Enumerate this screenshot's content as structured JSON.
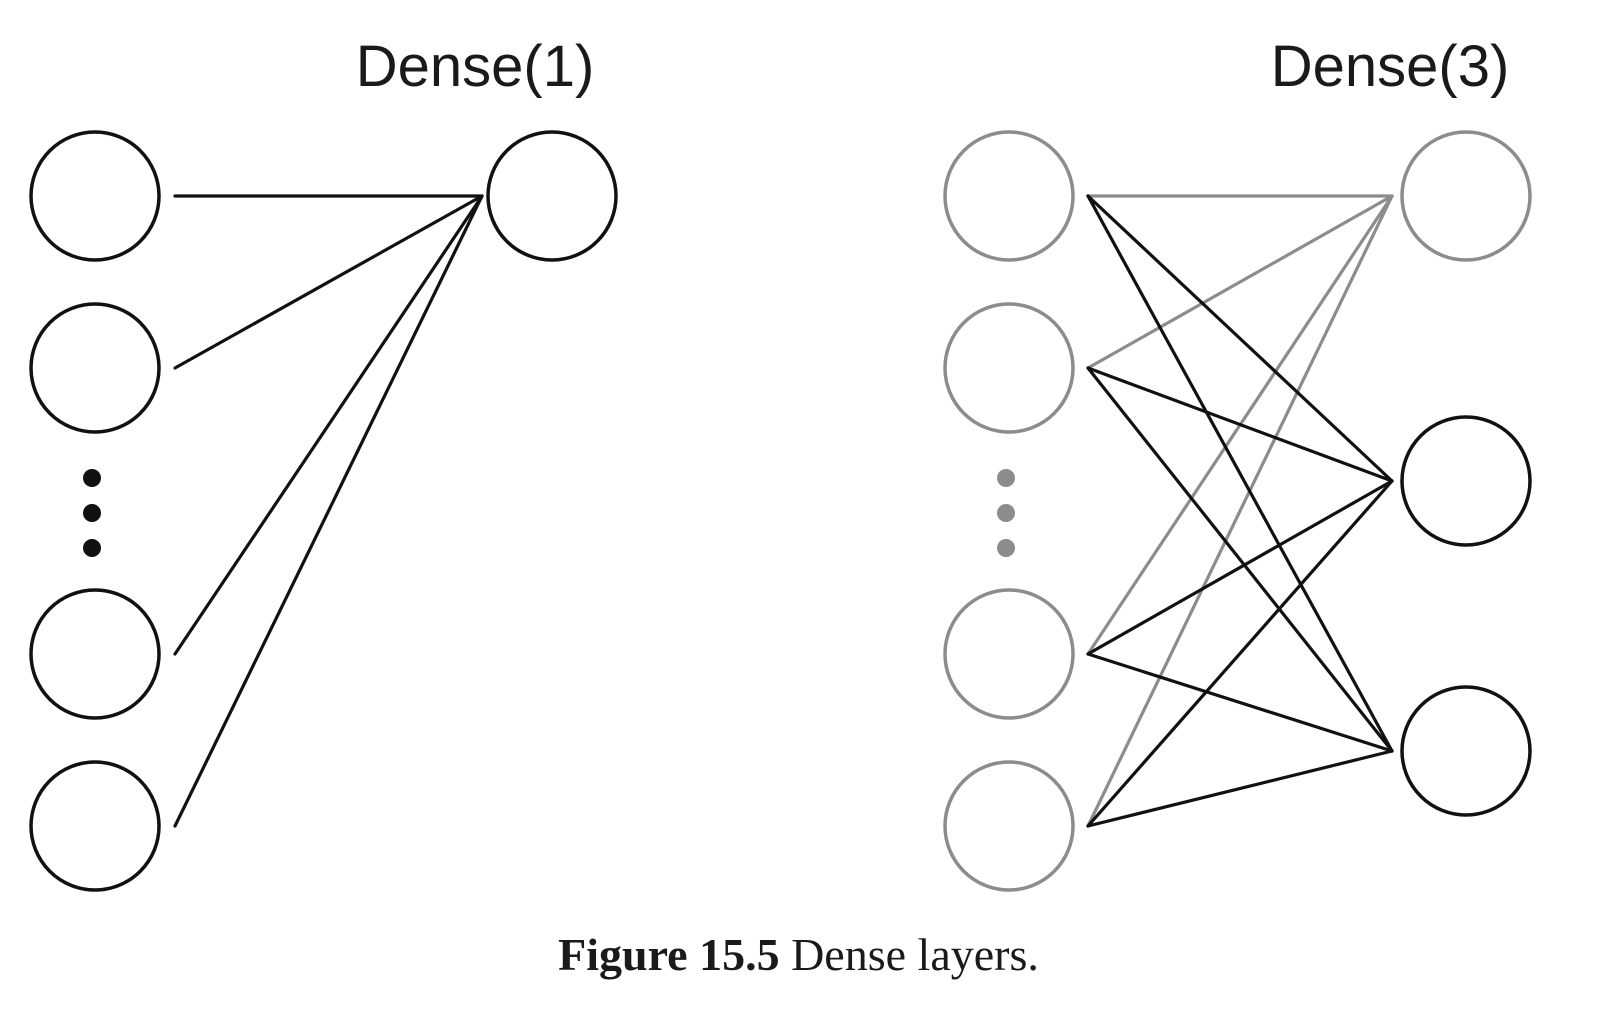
{
  "diagrams": [
    {
      "title": "Dense(1)",
      "inputs": [
        {
          "active": true
        },
        {
          "active": true
        },
        "ellipsis",
        {
          "active": true
        },
        {
          "active": true
        }
      ],
      "outputs": [
        {
          "active": true
        }
      ],
      "connections": [
        [
          0,
          0
        ],
        [
          1,
          0
        ],
        [
          2,
          0
        ],
        [
          3,
          0
        ]
      ],
      "highlight_output": 0
    },
    {
      "title": "Dense(3)",
      "inputs": [
        {
          "active": false
        },
        {
          "active": false
        },
        "ellipsis",
        {
          "active": false
        },
        {
          "active": false
        }
      ],
      "outputs": [
        {
          "active": false
        },
        {
          "active": true
        },
        {
          "active": true
        }
      ],
      "connections": [
        [
          0,
          0
        ],
        [
          1,
          0
        ],
        [
          2,
          0
        ],
        [
          3,
          0
        ],
        [
          0,
          1
        ],
        [
          1,
          1
        ],
        [
          2,
          1
        ],
        [
          3,
          1
        ],
        [
          0,
          2
        ],
        [
          1,
          2
        ],
        [
          2,
          2
        ],
        [
          3,
          2
        ]
      ]
    }
  ],
  "caption": {
    "label": "Figure 15.5",
    "text": " Dense layers."
  },
  "colors": {
    "active": "#111111",
    "inactive": "#8c8c8c"
  }
}
